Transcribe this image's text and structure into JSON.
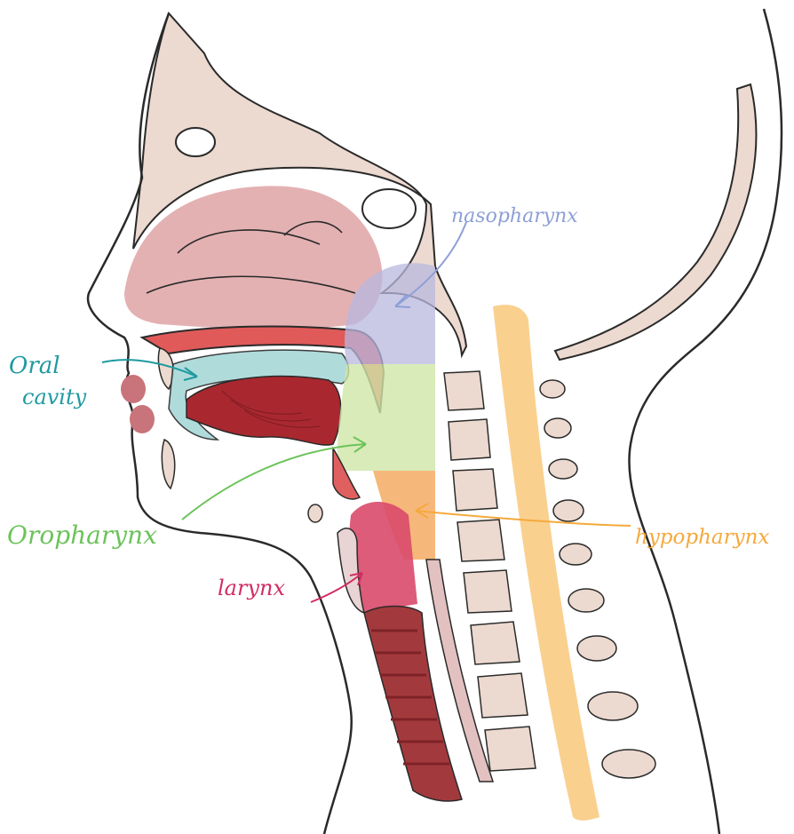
{
  "labels": {
    "nasopharynx": {
      "text": "nasopharynx",
      "color": "#8e9fd6"
    },
    "oral_cavity": {
      "line1": "Oral",
      "line2": "cavity",
      "color": "#1f9aa0"
    },
    "oropharynx": {
      "text": "Oropharynx",
      "color": "#6cc35a"
    },
    "hypopharynx": {
      "text": "hypopharynx",
      "color": "#f5a93c"
    },
    "larynx": {
      "text": "larynx",
      "color": "#d12d63"
    }
  },
  "colors": {
    "outline": "#2a2a2a",
    "bone": "#ecd9cf",
    "nasal": "#dfa3a5",
    "tongue": "#a9282f",
    "trachea": "#a23a3d",
    "larynx_fill": "#d94a6a",
    "spine_band": "#f8c06a",
    "naso_zone": "#b8b8df",
    "oro_zone": "#cfe6a8",
    "hypo_zone": "#f3a04e",
    "oral_zone": "#a8d8d8"
  }
}
